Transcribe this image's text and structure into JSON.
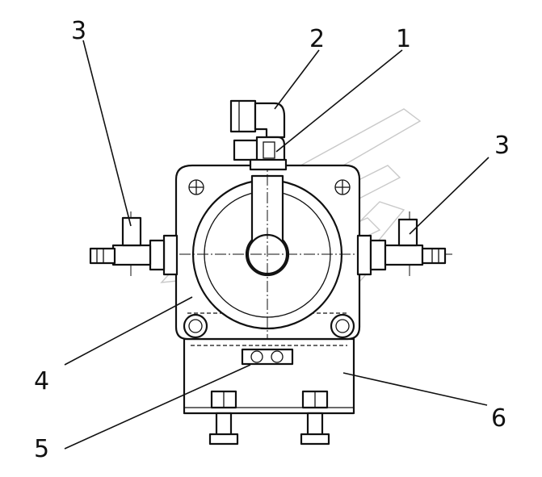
{
  "callouts": {
    "c1": "1",
    "c2": "2",
    "c3_left": "3",
    "c3_right": "3",
    "c4": "4",
    "c5": "5",
    "c6": "6"
  }
}
